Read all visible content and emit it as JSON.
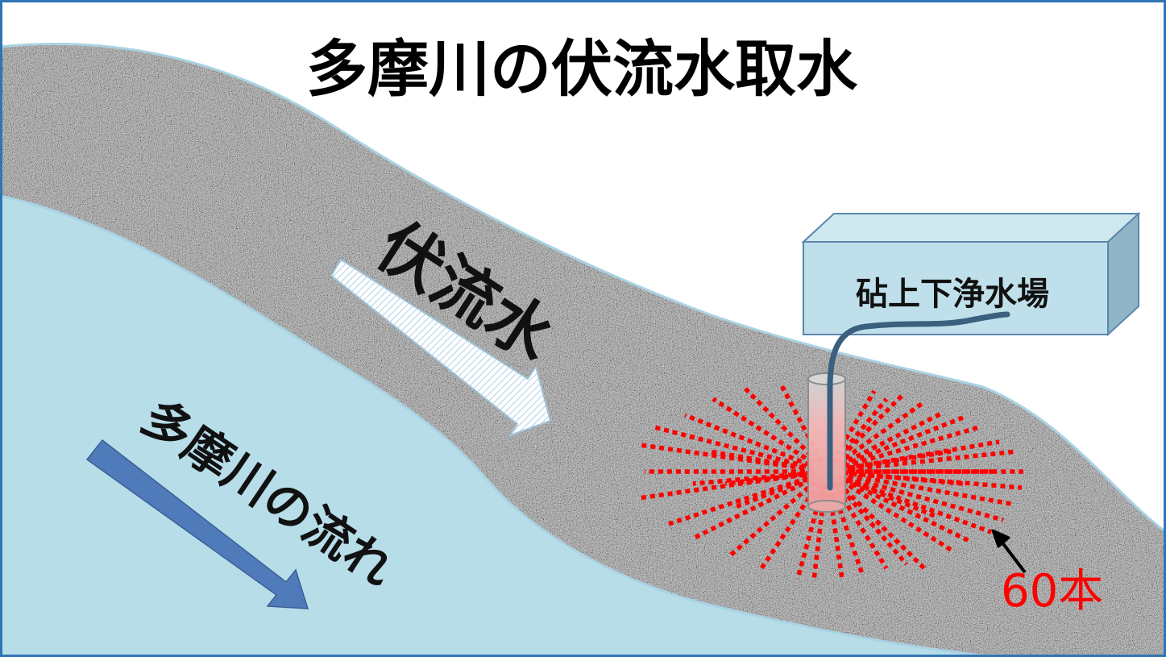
{
  "title": "多摩川の伏流水取水",
  "labels": {
    "subsurface_flow": "伏流水",
    "river_flow": "多摩川の流れ"
  },
  "plant": {
    "name": "砧上下浄水場"
  },
  "collector_wells": {
    "count_label": "60本"
  },
  "colors": {
    "river": "#b7dde8",
    "gravel_base": "#9a9a9a",
    "pipes": "#ff0000",
    "intake_pipe": "#3a5f7f",
    "plant_box": "#bfe0ea",
    "river_arrow": "#4f7bbb",
    "frame": "#2f75b5"
  },
  "icons": {
    "river_arrow": "arrow-down-right-icon",
    "flow_arrow": "hatched-arrow-icon",
    "pointer": "arrow-up-left-icon"
  }
}
